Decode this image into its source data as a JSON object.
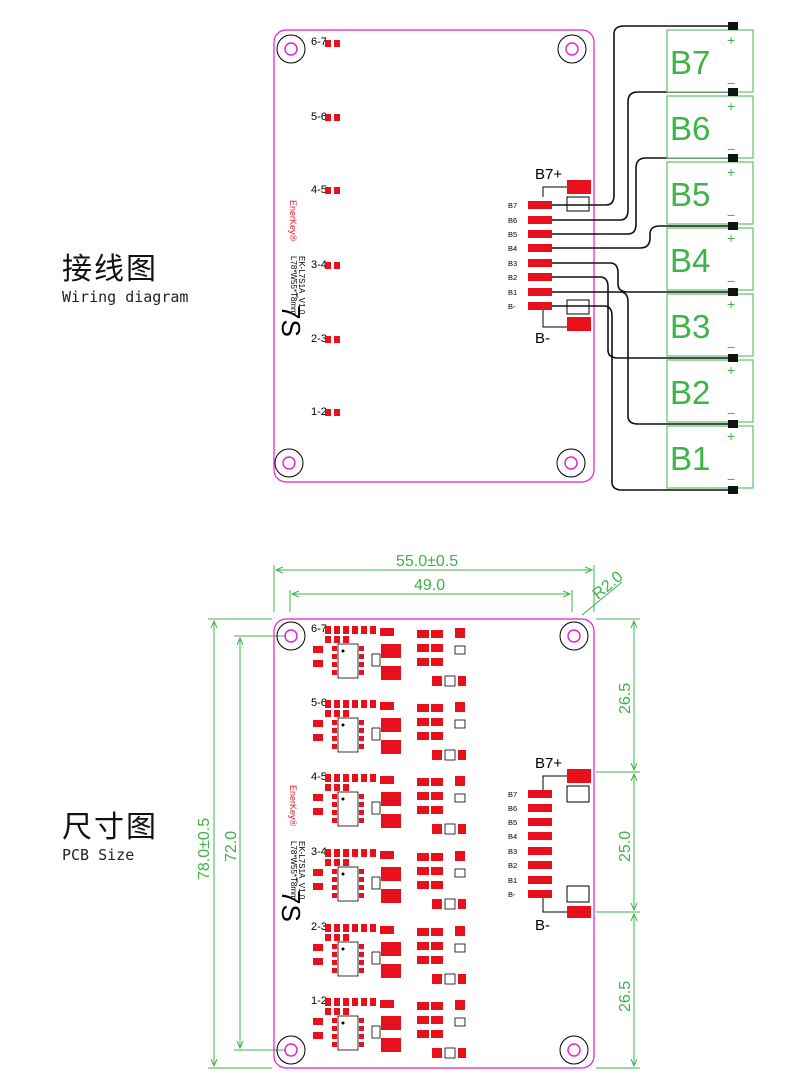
{
  "wiring": {
    "title": "接线图",
    "subtitle": "Wiring diagram",
    "conn_pins": [
      "B7",
      "B6",
      "B5",
      "B4",
      "B3",
      "B2",
      "B1",
      "B-"
    ],
    "b_plus": "B7+",
    "b_minus": "B-",
    "cells": [
      "B7",
      "B6",
      "B5",
      "B4",
      "B3",
      "B2",
      "B1"
    ],
    "plus_sign": "+",
    "minus_sign": "−",
    "section_labels": [
      "6-7",
      "5-6",
      "4-5",
      "3-4",
      "2-3",
      "1-2"
    ]
  },
  "board": {
    "brand": "EnerKey®",
    "model": "EK-L7S1A_V1.0",
    "size": "L78*W55*T8mm",
    "series": "7S"
  },
  "pcb": {
    "title": "尺寸图",
    "subtitle": "PCB Size",
    "width_outer": "55.0±0.5",
    "width_holes": "49.0",
    "radius": "R2.0",
    "height_outer": "78.0±0.5",
    "height_holes": "72.0",
    "seg_top": "26.5",
    "seg_mid": "25.0",
    "seg_bot": "26.5",
    "conn_pins": [
      "B7",
      "B6",
      "B5",
      "B4",
      "B3",
      "B2",
      "B1",
      "B-"
    ],
    "b_plus": "B7+",
    "b_minus": "B-",
    "section_labels": [
      "6-7",
      "5-6",
      "4-5",
      "3-4",
      "2-3",
      "1-2"
    ]
  },
  "colors": {
    "board_outline": "#e81ad6",
    "pad_red": "#e8101c",
    "dimension_green": "#3cb447",
    "wire": "#111111"
  }
}
